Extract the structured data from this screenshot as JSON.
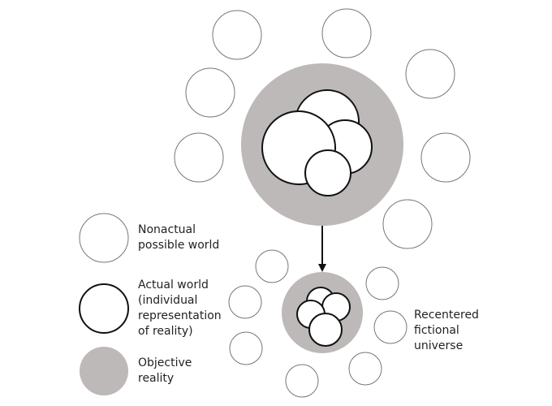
{
  "colors": {
    "objective_reality_fill": "#bcb9b8",
    "actual_world_stroke": "#111111",
    "nonactual_world_stroke": "#777777",
    "arrow": "#111111",
    "text": "#231f20"
  },
  "legend": {
    "items": [
      {
        "key": "nonactual",
        "label": "Nonactual\npossible world"
      },
      {
        "key": "actual",
        "label": "Actual world\n(individual\nrepresentation\nof reality)"
      },
      {
        "key": "objective",
        "label": "Objective\nreality"
      }
    ]
  },
  "annotations": {
    "recentered_label": "Recentered\nfictional\nuniverse"
  }
}
